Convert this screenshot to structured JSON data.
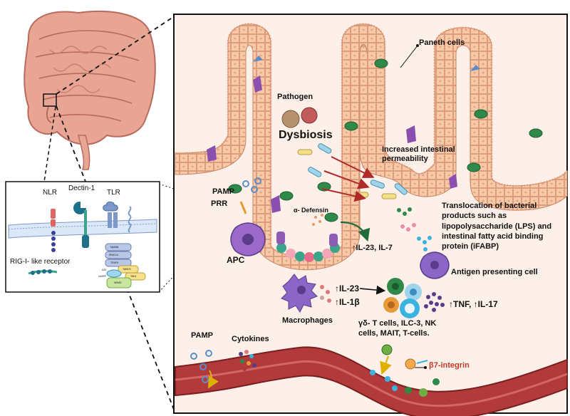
{
  "labels": {
    "paneth_cells": "Paneth cells",
    "pathogen": "Pathogen",
    "dysbiosis": "Dysbiosis",
    "increased_permeability": "Increased intestinal permeability",
    "pamp_top": "PAMP",
    "prr": "PRR",
    "apc": "APC",
    "alpha_defensin": "α- Defensin",
    "il23_il7": "↑IL-23, IL-7",
    "translocation": "Translocation of bacterial products such as lipopolysaccharide (LPS) and intestinal fatty acid binding protein (iFABP)",
    "antigen_presenting_cell": "Antigen presenting cell",
    "il23": "↑IL-23",
    "il1b": "↑IL-1β",
    "tnf_il17": "↑TNF, ↑IL-17",
    "macrophages": "Macrophages",
    "lymphocytes": "γδ- T cells, ILC-3, NK cells, MAIT, T-cells.",
    "b7_integrin": "β7-integrin",
    "pamp_bottom": "PAMP",
    "cytokines": "Cytokines"
  },
  "receptors": {
    "nlr": "NLR",
    "dectin": "Dectin-1",
    "tlr": "TLR",
    "rig": "RIG-I- like receptor",
    "myd88": "MyD88",
    "irak": "IRAK1/4",
    "traf6": "TRAF6",
    "tab": "TAB2/3",
    "tak1": "TAK1",
    "nemo": "NEMO",
    "a20": "A20",
    "ub": "Ub/IRF"
  },
  "colors": {
    "epithelium": "#f7c9a8",
    "lumen_wall": "#e8a987",
    "vessel": "#b23a3a",
    "b7_integrin": "#c0392b"
  }
}
